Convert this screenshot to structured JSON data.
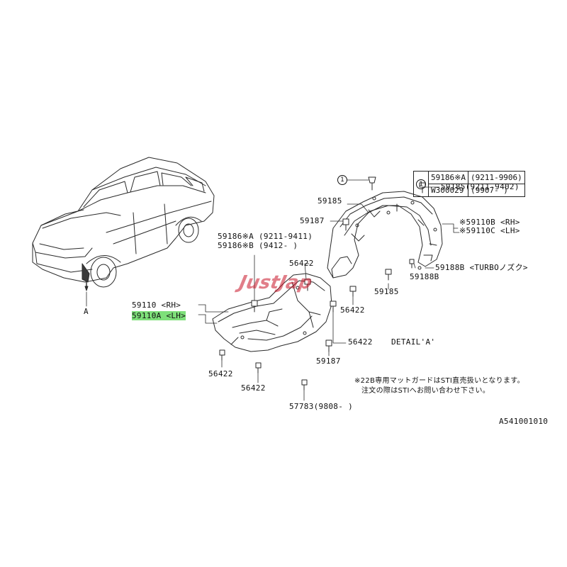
{
  "table": {
    "marker": "1",
    "rows": [
      {
        "part": "59186※A",
        "range": "(9211-9906)"
      },
      {
        "part": "W300029",
        "range": "(9907-    )"
      }
    ]
  },
  "callout_marker": "1",
  "labels": {
    "p59185_top": "59185(9211-9402)",
    "p59185_left": "59185",
    "p59187_upper": "59187",
    "p59110b": "※59110B <RH>",
    "p59110c": "※59110C <LH>",
    "p59186a": "59186※A (9211-9411)",
    "p59186b": "59186※B (9412-     )",
    "p56422_a": "56422",
    "p59185_mid": "59185",
    "p59188b": "59188B",
    "p59188b_turbo": "59188B <TURBOノズク>",
    "p59110_rh": "59110  <RH>",
    "p59110a_lh": "59110A <LH>",
    "p56422_b": "56422",
    "p56422_c": "56422",
    "detail": "DETAIL'A'",
    "p59187_lower": "59187",
    "p56422_d": "56422",
    "p56422_e": "56422",
    "note_line1": "※22B専用マットガードはSTI直売扱いとなります。",
    "note_line2": "注文の際はSTIへお問い合わせ下さい。",
    "p57783": "57783(9808-    )",
    "car_ref": "A",
    "diagram_code": "A541001010"
  },
  "watermark": "JustJap",
  "colors": {
    "line": "#2a2a2a",
    "highlight": "#7ee07a",
    "watermark": "#c81428"
  }
}
